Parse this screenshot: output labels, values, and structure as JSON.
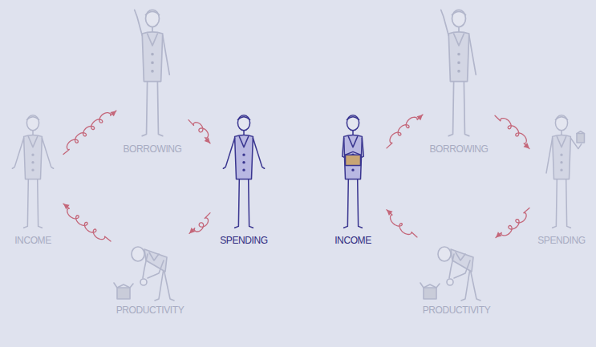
{
  "diagram": {
    "nodes": [
      {
        "text": [
          "BORROWING"
        ]
      },
      {
        "text": [
          "BORROWING"
        ]
      },
      {
        "text": [
          "INCOME"
        ]
      },
      {
        "text": [
          "SPENDING"
        ]
      },
      {
        "text": [
          "INCOME"
        ]
      },
      {
        "text": [
          "SPENDING"
        ]
      },
      {
        "text": [
          "PRODUCTIVITY"
        ]
      },
      {
        "text": [
          "PRODUCTIVITY"
        ]
      }
    ],
    "edges": [
      {
        "from": 2,
        "to": 0,
        "arrow": "to"
      },
      {
        "from": 0,
        "to": 3,
        "arrow": "to"
      },
      {
        "from": 3,
        "to": 6,
        "arrow": "to"
      },
      {
        "from": 6,
        "to": 2,
        "arrow": "to"
      },
      {
        "from": 4,
        "to": 1,
        "arrow": "to"
      },
      {
        "from": 1,
        "to": 5,
        "arrow": "to"
      },
      {
        "from": 5,
        "to": 7,
        "arrow": "to"
      },
      {
        "from": 7,
        "to": 4,
        "arrow": "to"
      }
    ]
  }
}
